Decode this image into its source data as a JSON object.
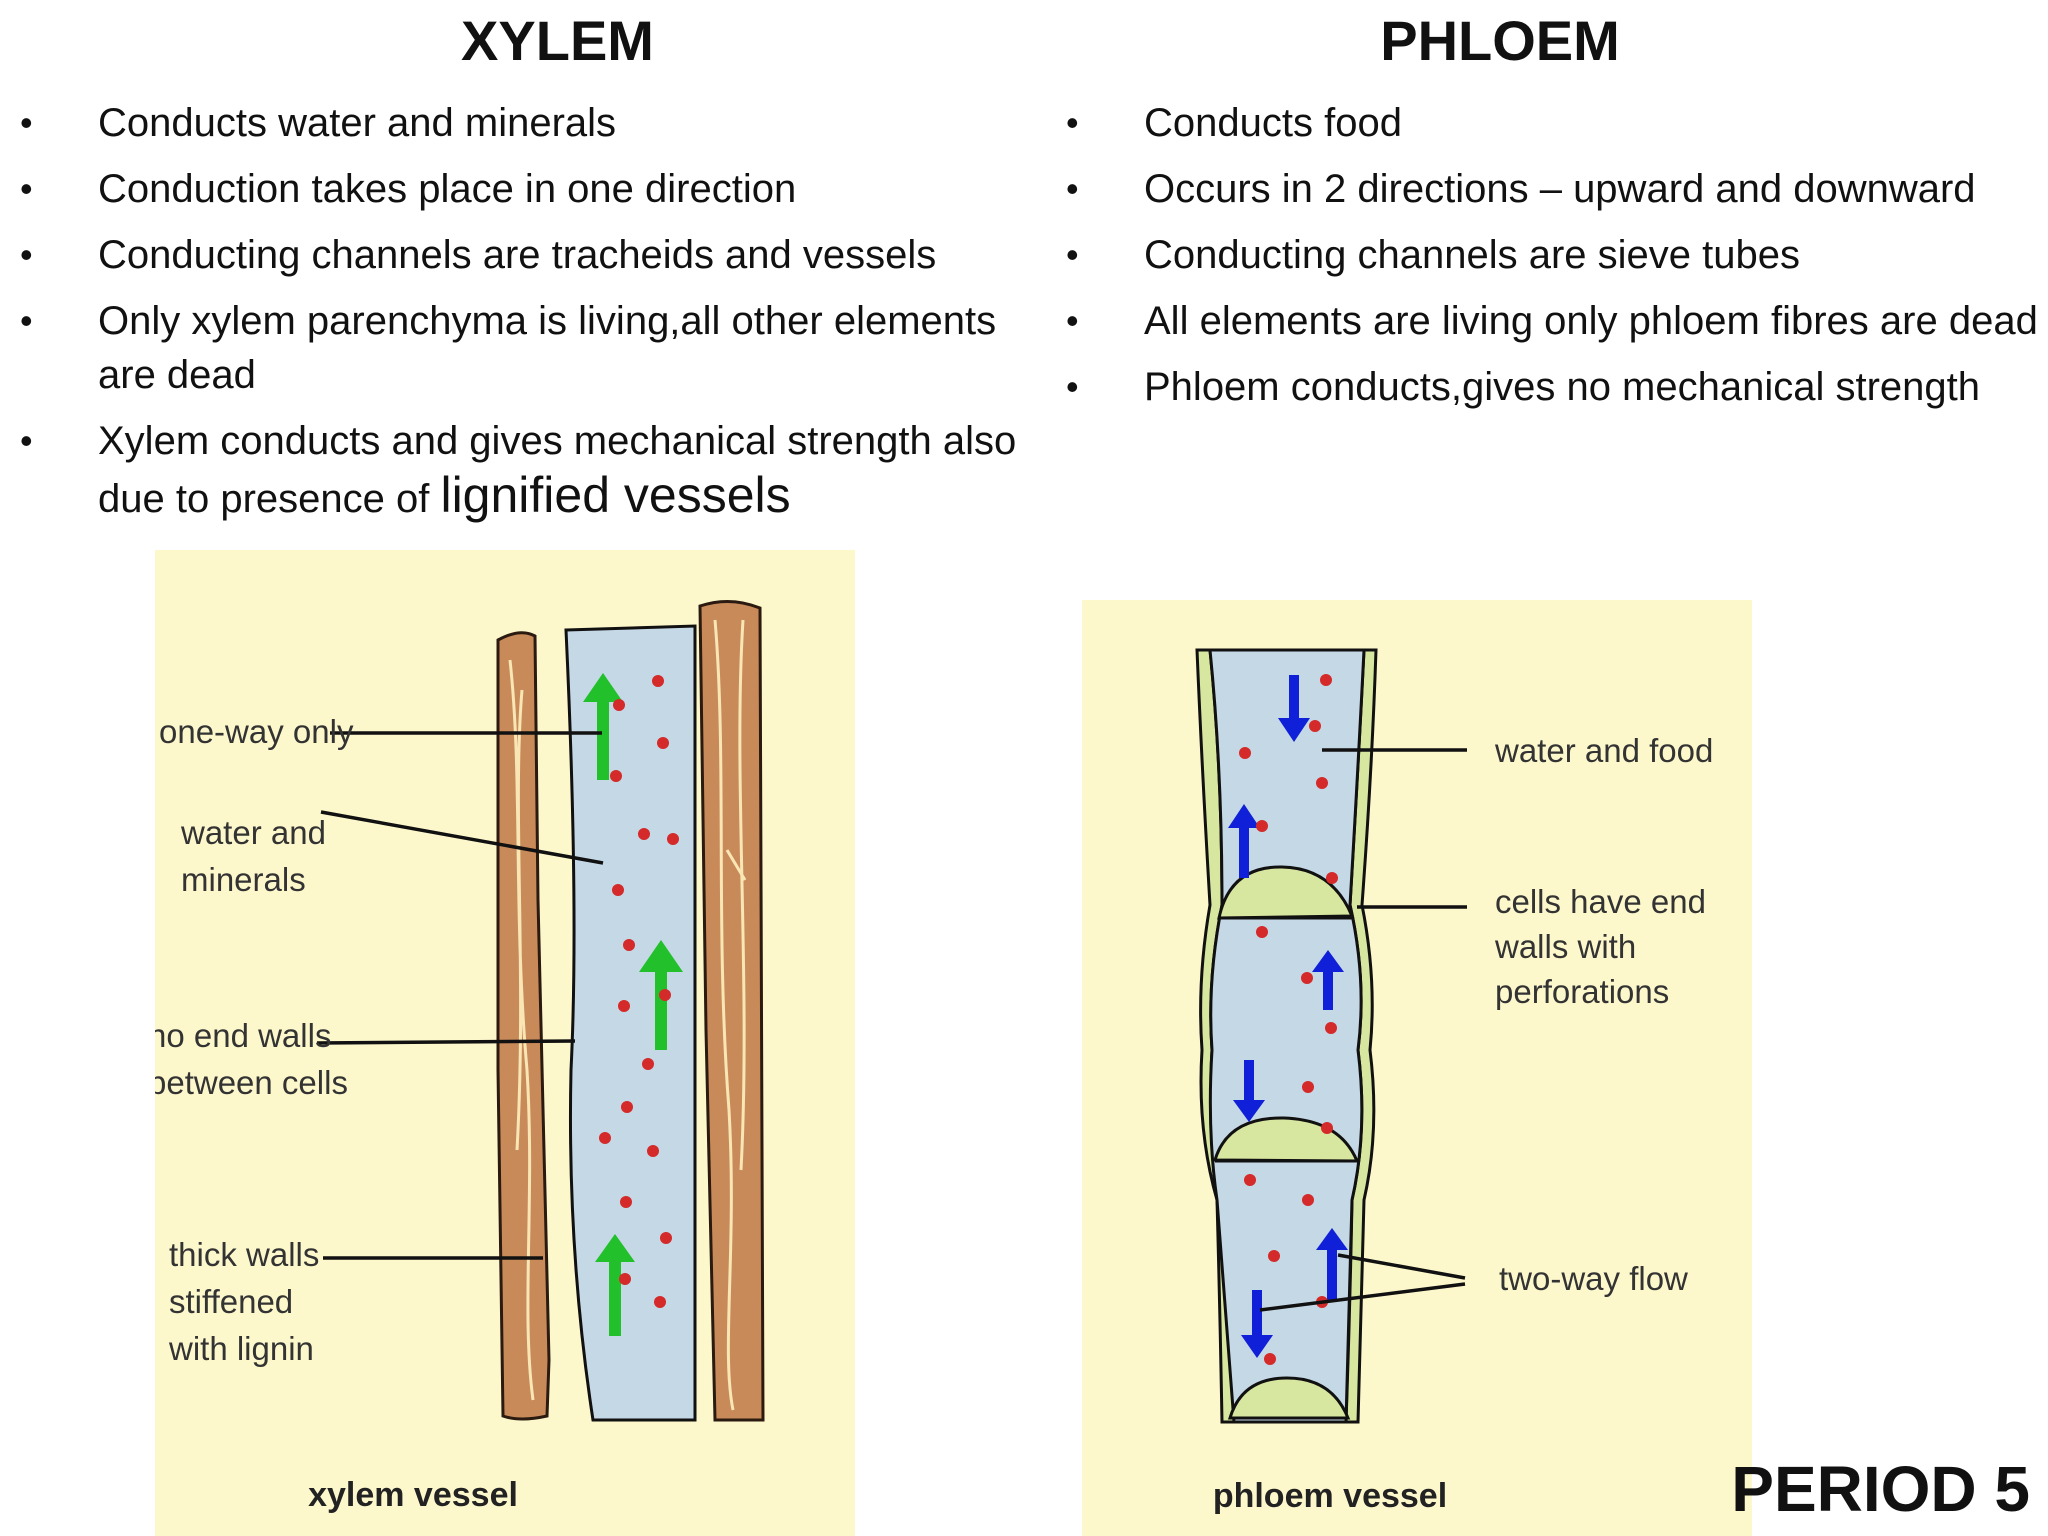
{
  "xylem": {
    "title": "XYLEM",
    "points": [
      "Conducts water and minerals",
      "Conduction takes place in one direction",
      "Conducting channels are tracheids and vessels",
      "Only xylem parenchyma is living,all other elements are dead",
      "Xylem conducts and gives mechanical strength also due to presence of "
    ],
    "emphasis": "lignified vessels",
    "diagram": {
      "caption": "xylem vessel",
      "labels": {
        "one_way_1": "one-way only",
        "water_1": "water and",
        "water_2": "minerals",
        "noend_1": "no end walls",
        "noend_2": "between cells",
        "thick_1": "thick walls",
        "thick_2": "stiffened",
        "thick_3": "with lignin"
      }
    }
  },
  "phloem": {
    "title": "PHLOEM",
    "points": [
      "Conducts food",
      "Occurs in 2 directions – upward and downward",
      "Conducting channels are sieve tubes",
      "All elements are living only phloem fibres are dead",
      "Phloem conducts,gives no mechanical strength"
    ],
    "diagram": {
      "caption": "phloem vessel",
      "labels": {
        "water_food": "water and food",
        "cells_1": "cells have end",
        "cells_2": "walls with",
        "cells_3": "perforations",
        "two_way": "two-way flow"
      }
    }
  },
  "footer": {
    "period": "PERIOD 5"
  },
  "colors": {
    "panel_bg": "#fdf8cc",
    "vessel_fill": "#c5d8e6",
    "wood": "#c98a5a",
    "arrow_green": "#22c02a",
    "arrow_blue": "#1020d8",
    "dot_red": "#d42a2a",
    "plate_fill": "#d8e7a0"
  }
}
